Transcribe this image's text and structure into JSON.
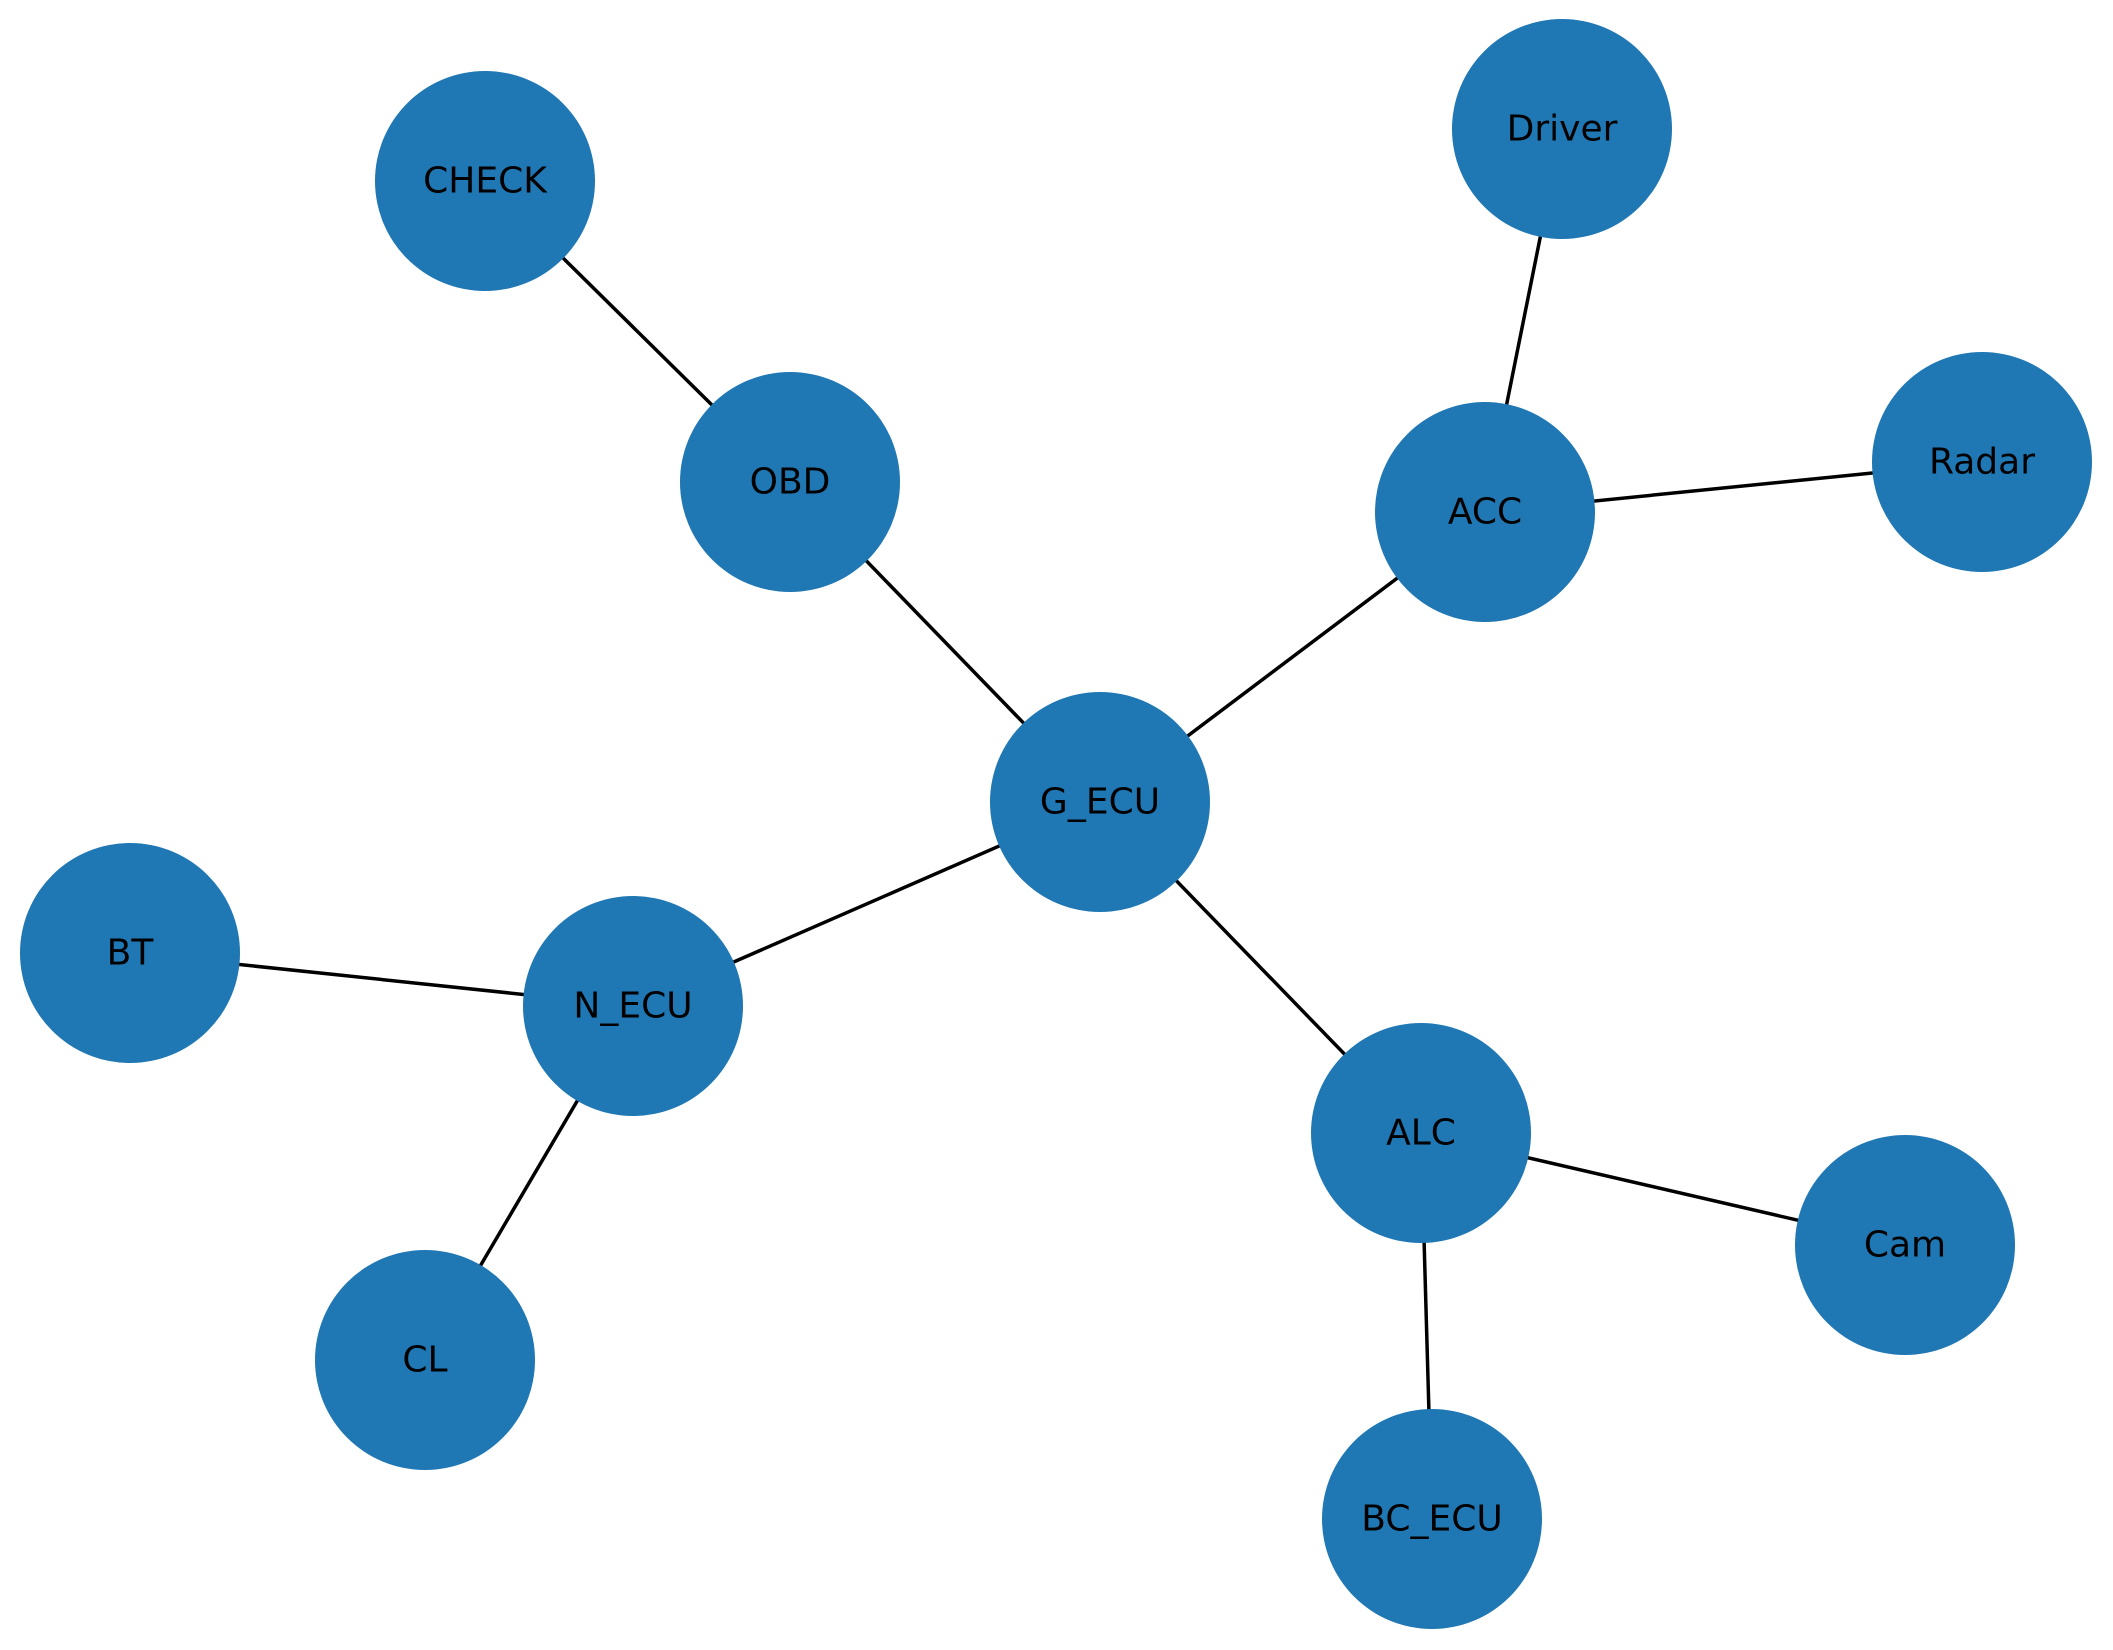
{
  "graph": {
    "node_color": "#1f77b4",
    "edge_color": "#000000",
    "label_color": "#000000",
    "nodes": [
      {
        "id": "G_ECU",
        "label": "G_ECU"
      },
      {
        "id": "OBD",
        "label": "OBD"
      },
      {
        "id": "CHECK",
        "label": "CHECK"
      },
      {
        "id": "ACC",
        "label": "ACC"
      },
      {
        "id": "Driver",
        "label": "Driver"
      },
      {
        "id": "Radar",
        "label": "Radar"
      },
      {
        "id": "N_ECU",
        "label": "N_ECU"
      },
      {
        "id": "BT",
        "label": "BT"
      },
      {
        "id": "CL",
        "label": "CL"
      },
      {
        "id": "ALC",
        "label": "ALC"
      },
      {
        "id": "Cam",
        "label": "Cam"
      },
      {
        "id": "BC_ECU",
        "label": "BC_ECU"
      }
    ],
    "edges": [
      {
        "source": "CHECK",
        "target": "OBD"
      },
      {
        "source": "OBD",
        "target": "G_ECU"
      },
      {
        "source": "Driver",
        "target": "ACC"
      },
      {
        "source": "ACC",
        "target": "Radar"
      },
      {
        "source": "ACC",
        "target": "G_ECU"
      },
      {
        "source": "G_ECU",
        "target": "N_ECU"
      },
      {
        "source": "BT",
        "target": "N_ECU"
      },
      {
        "source": "N_ECU",
        "target": "CL"
      },
      {
        "source": "G_ECU",
        "target": "ALC"
      },
      {
        "source": "ALC",
        "target": "Cam"
      },
      {
        "source": "ALC",
        "target": "BC_ECU"
      }
    ]
  }
}
